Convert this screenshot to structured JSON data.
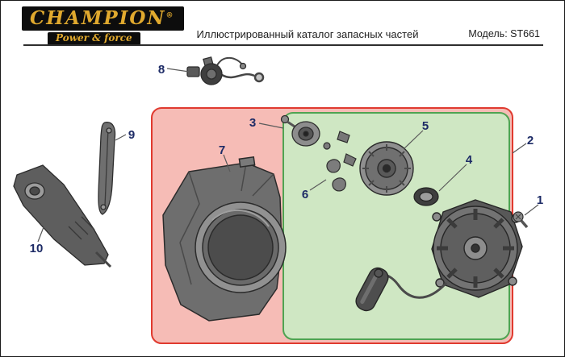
{
  "header": {
    "logo_text": "CHAMPION",
    "logo_reg": "®",
    "tagline": "Power & force",
    "catalog_title": "Иллюстрированный каталог запасных частей",
    "model_label": "Модель:",
    "model_value": "ST661"
  },
  "diagram": {
    "part_labels": [
      {
        "num": "1"
      },
      {
        "num": "2"
      },
      {
        "num": "3"
      },
      {
        "num": "4"
      },
      {
        "num": "5"
      },
      {
        "num": "6"
      },
      {
        "num": "7"
      },
      {
        "num": "8"
      },
      {
        "num": "9"
      },
      {
        "num": "10"
      }
    ]
  },
  "colors": {
    "logo-gold": "#e0a92e",
    "logo-bg": "#0d0d0d",
    "region-red-fill": "#f6bcb6",
    "region-red-border": "#e03a2f",
    "region-green-fill": "#cfe7c3",
    "region-green-border": "#4fa352",
    "label-navy": "#1d2b66",
    "leader-gray": "#5a5a5a",
    "rule-gray": "#2e2e2e",
    "title-text": "#1f1f1f"
  }
}
